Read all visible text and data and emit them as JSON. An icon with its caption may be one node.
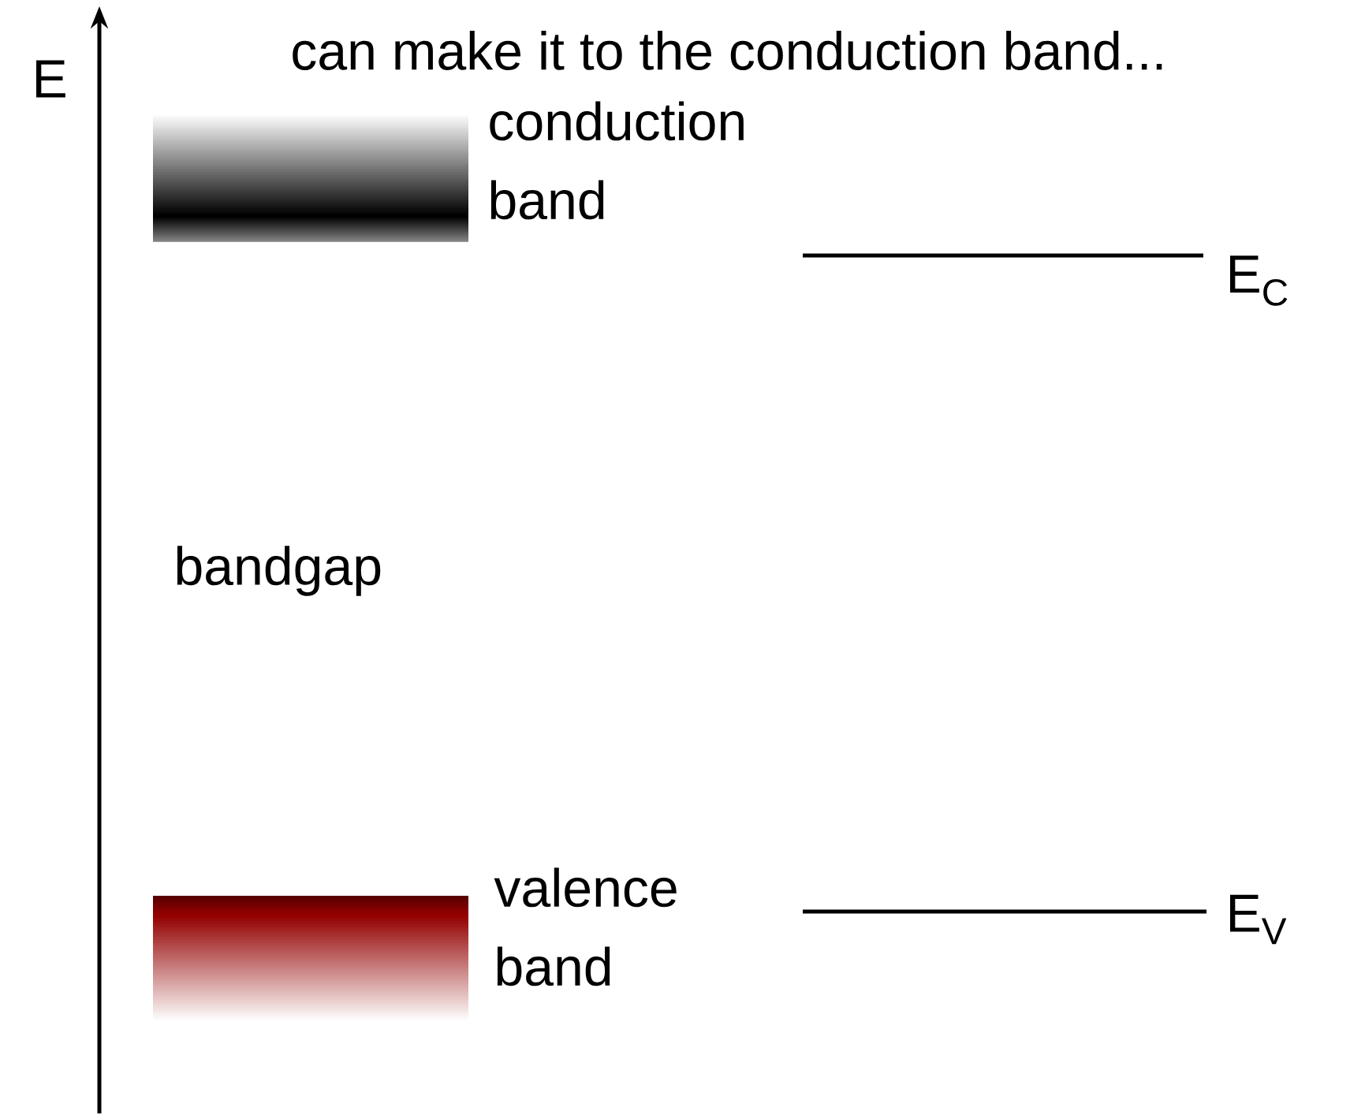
{
  "diagram": {
    "nodes": [
      {
        "text": [
          "conduction band"
        ]
      },
      {
        "text": [
          "valence band"
        ]
      }
    ],
    "labels": [
      "can make it to the conduction band...",
      "E",
      "E$_{C}$",
      "bandgap",
      "E$_{V}$"
    ]
  }
}
